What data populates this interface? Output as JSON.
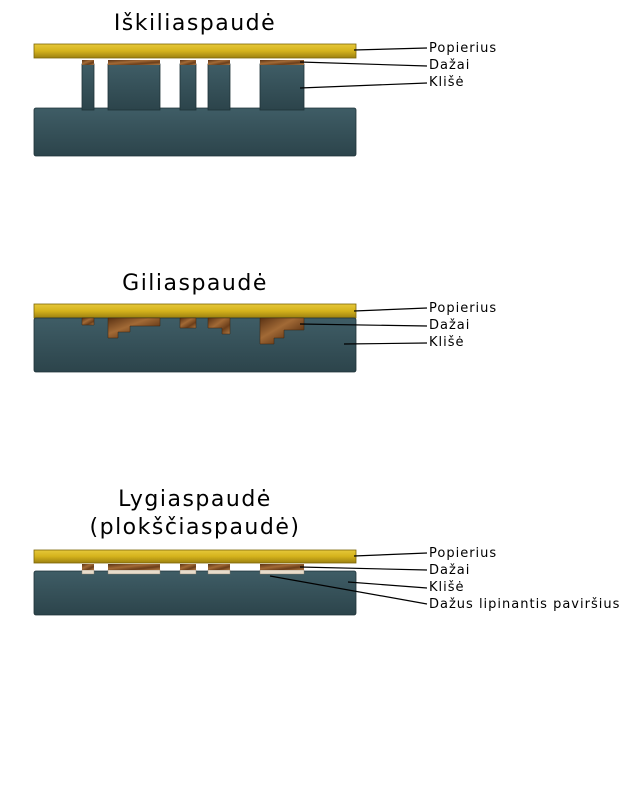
{
  "relief": {
    "title": "Iškiliaspaudė",
    "labels": [
      "Popierius",
      "Dažai",
      "Klišė"
    ]
  },
  "intaglio": {
    "title": "Giliaspaudė",
    "labels": [
      "Popierius",
      "Dažai",
      "Klišė"
    ]
  },
  "planographic": {
    "title_line1": "Lygiaspaudė",
    "title_line2": "(plokščiaspaudė)",
    "labels": [
      "Popierius",
      "Dažai",
      "Klišė",
      "Dažus lipinantis paviršius"
    ]
  },
  "colors": {
    "paper": "#d4b21c",
    "plate": "#355058",
    "ink": "#7a4a22",
    "surface": "#e8dccb"
  }
}
